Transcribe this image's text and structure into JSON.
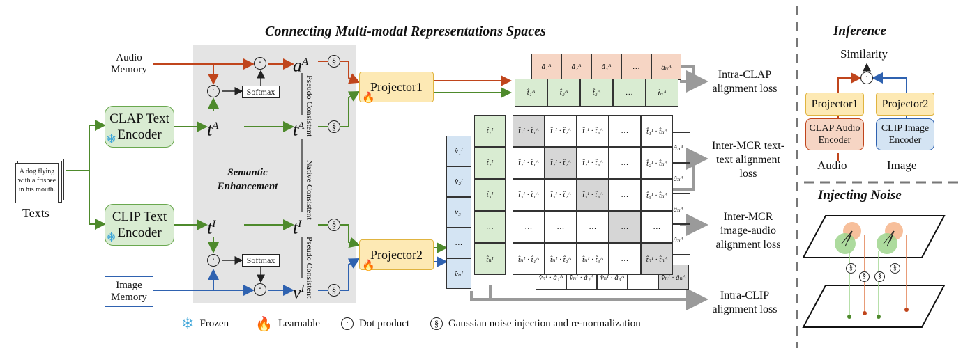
{
  "title": "Connecting Multi-modal Representations Spaces",
  "inputs": {
    "audio_memory": "Audio Memory",
    "image_memory": "Image Memory",
    "text_sample": "A dog flying with a frisbee in his mouth.",
    "texts_label": "Texts"
  },
  "encoders": {
    "clap_text": "CLAP Text Encoder",
    "clip_text": "CLIP Text Encoder"
  },
  "enhancement": {
    "label": "Semantic Enhancement",
    "softmax": "Softmax",
    "pseudo_consistent": "Pseudo Consistent",
    "native_consistent": "Native Consistent",
    "sym_aA": "a^A",
    "sym_tA": "t^A",
    "sym_tI": "t^I",
    "sym_vI": "v^I"
  },
  "projectors": {
    "p1": "Projector1",
    "p2": "Projector2"
  },
  "matrix": {
    "audio_row": [
      "â₁ᴬ",
      "â₂ᴬ",
      "â₃ᴬ",
      "…",
      "âₙᴬ"
    ],
    "text_row": [
      "t̂₁ᴬ",
      "t̂₂ᴬ",
      "t̂₃ᴬ",
      "…",
      "t̂ₙᴬ"
    ],
    "text_col": [
      "t̂₁ᴵ",
      "t̂₂ᴵ",
      "t̂₃ᴵ",
      "…",
      "t̂ₙᴵ"
    ],
    "visual_col": [
      "v̂₁ᴵ",
      "v̂₂ᴵ",
      "v̂₃ᴵ",
      "…",
      "v̂ₙᴵ"
    ],
    "tt_rows": [
      [
        "t̂₁ᴵ · t̂₁ᴬ",
        "t̂₁ᴵ · t̂₂ᴬ",
        "t̂₁ᴵ · t̂₃ᴬ",
        "…",
        "t̂₁ᴵ · t̂ₙᴬ"
      ],
      [
        "t̂₂ᴵ · t̂₁ᴬ",
        "t̂₂ᴵ · t̂₂ᴬ",
        "t̂₂ᴵ · t̂₃ᴬ",
        "…",
        "t̂₂ᴵ · t̂ₙᴬ"
      ],
      [
        "t̂₃ᴵ · t̂₁ᴬ",
        "t̂₃ᴵ · t̂₂ᴬ",
        "t̂₃ᴵ · t̂₃ᴬ",
        "…",
        "t̂₃ᴵ · t̂ₙᴬ"
      ],
      [
        "…",
        "…",
        "…",
        "…",
        "…"
      ],
      [
        "t̂ₙᴵ · t̂₁ᴬ",
        "t̂ₙᴵ · t̂₂ᴬ",
        "t̂ₙᴵ · t̂₃ᴬ",
        "…",
        "t̂ₙᴵ · t̂ₙᴬ"
      ]
    ],
    "va_side": [
      "· âₙᴬ",
      "· âₙᴬ",
      "· âₙᴬ",
      "· âₙᴬ"
    ],
    "va_bottom": [
      "v̂ₙᴵ · â₁ᴬ",
      "v̂ₙᴵ · â₂ᴬ",
      "v̂ₙᴵ · â₃ᴬ",
      "",
      "v̂ₙᴵ · âₙᴬ"
    ]
  },
  "losses": {
    "intra_clap": "Intra-CLAP alignment loss",
    "inter_tt": "Inter-MCR text-text alignment loss",
    "inter_ia": "Inter-MCR image-audio alignment loss",
    "intra_clip": "Intra-CLIP alignment loss"
  },
  "inference": {
    "title": "Inference",
    "similarity": "Similarity",
    "projector1": "Projector1",
    "projector2": "Projector2",
    "clap_audio": "CLAP Audio Encoder",
    "clip_image": "CLIP Image Encoder",
    "audio": "Audio",
    "image": "Image"
  },
  "noise": {
    "title": "Injecting Noise"
  },
  "legend": {
    "frozen": "Frozen",
    "learnable": "Learnable",
    "dot": "Dot product",
    "gaussian": "Gaussian noise injection and re-normalization"
  },
  "colors": {
    "audio": "#c0451c",
    "text": "#4e8a2c",
    "image": "#2f62b0",
    "gray": "#9a9a9a"
  }
}
